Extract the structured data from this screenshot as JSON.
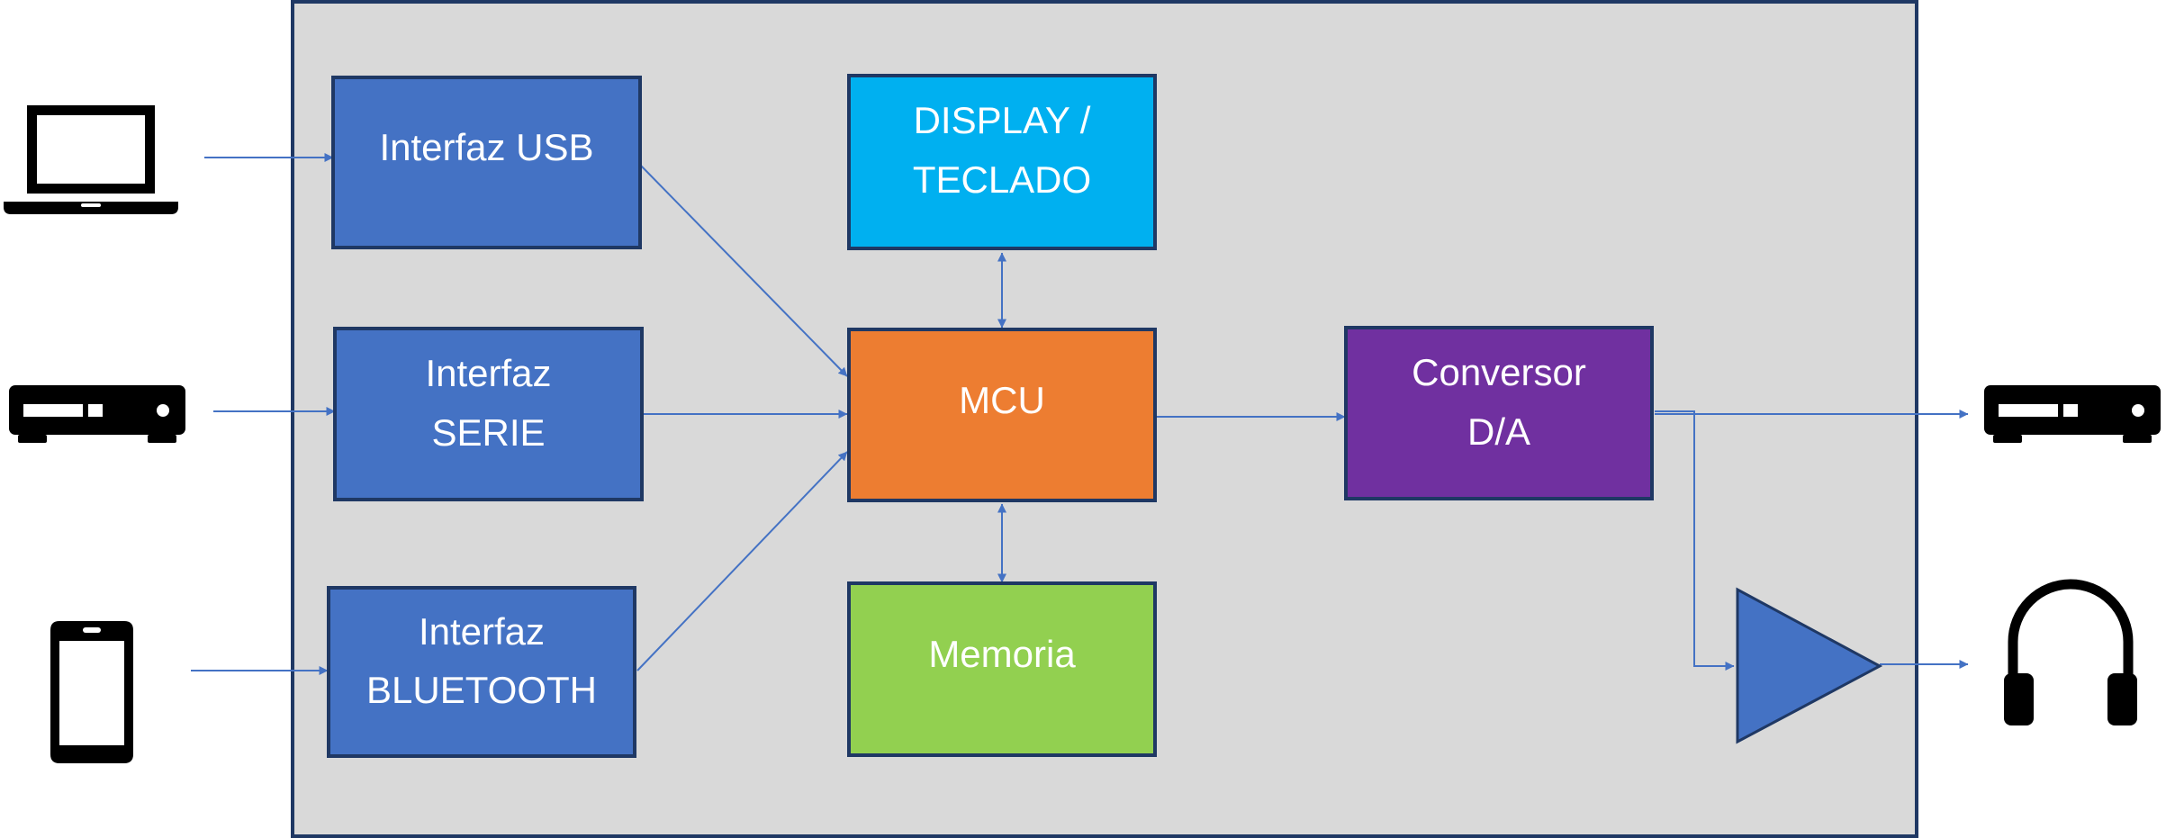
{
  "blocks": {
    "usb": {
      "line1": "Interfaz USB",
      "color": "#4472C4"
    },
    "serie": {
      "line1": "Interfaz",
      "line2": "SERIE",
      "color": "#4472C4"
    },
    "bluetooth": {
      "line1": "Interfaz",
      "line2": "BLUETOOTH",
      "color": "#4472C4"
    },
    "display": {
      "line1": "DISPLAY /",
      "line2": "TECLADO",
      "color": "#00B0F0"
    },
    "mcu": {
      "line1": "MCU",
      "color": "#ED7D31"
    },
    "memoria": {
      "line1": "Memoria",
      "color": "#92D050"
    },
    "dac": {
      "line1": "Conversor",
      "line2": "D/A",
      "color": "#7030A0"
    }
  },
  "amplifier": {
    "color": "#4472C4"
  },
  "devices": {
    "inputs": [
      "laptop-icon",
      "media-player-icon",
      "smartphone-icon"
    ],
    "outputs": [
      "media-player-icon",
      "headphones-icon"
    ]
  },
  "colors": {
    "enclosure_fill": "#D9D9D9",
    "border": "#1F3864",
    "arrow": "#4472C4",
    "icon": "#000000"
  }
}
